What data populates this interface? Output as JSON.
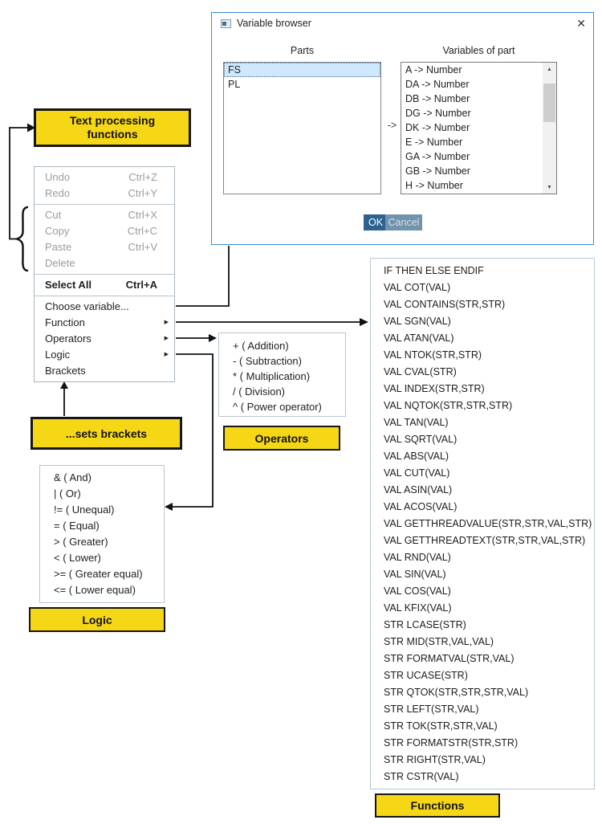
{
  "icons": {
    "submenu": "▶",
    "close": "✕",
    "scroll_up": "▲",
    "scroll_down": "▼"
  },
  "dialog": {
    "title": "Variable browser",
    "parts_label": "Parts",
    "variables_label": "Variables of part",
    "parts": [
      {
        "label": "FS",
        "selected": true
      },
      {
        "label": "PL"
      }
    ],
    "map_arrow": "->",
    "variables": [
      "A -> Number",
      "DA -> Number",
      "DB -> Number",
      "DG -> Number",
      "DK -> Number",
      "E -> Number",
      "GA -> Number",
      "GB -> Number",
      "H -> Number"
    ],
    "ok_label": "OK",
    "cancel_label": "Cancel"
  },
  "context_menu": {
    "items": [
      {
        "label": "Undo",
        "shortcut": "Ctrl+Z",
        "disabled": true
      },
      {
        "label": "Redo",
        "shortcut": "Ctrl+Y",
        "disabled": true,
        "sep_after": true
      },
      {
        "label": "Cut",
        "shortcut": "Ctrl+X",
        "disabled": true
      },
      {
        "label": "Copy",
        "shortcut": "Ctrl+C",
        "disabled": true
      },
      {
        "label": "Paste",
        "shortcut": "Ctrl+V",
        "disabled": true
      },
      {
        "label": "Delete",
        "shortcut": "",
        "disabled": true,
        "sep_after": true
      },
      {
        "label": "Select All",
        "shortcut": "Ctrl+A",
        "bold": true,
        "sep_after": true
      },
      {
        "label": "Choose variable...",
        "shortcut": ""
      },
      {
        "label": "Function",
        "shortcut": "",
        "submenu": true
      },
      {
        "label": "Operators",
        "shortcut": "",
        "submenu": true
      },
      {
        "label": "Logic",
        "shortcut": "",
        "submenu": true
      },
      {
        "label": "Brackets",
        "shortcut": ""
      }
    ]
  },
  "operators_menu": {
    "items": [
      "+ ( Addition)",
      "- ( Subtraction)",
      "* ( Multiplication)",
      "/ ( Division)",
      "^ ( Power operator)"
    ]
  },
  "logic_menu": {
    "items": [
      "& ( And)",
      "| ( Or)",
      "!= ( Unequal)",
      "= ( Equal)",
      "> ( Greater)",
      "< ( Lower)",
      ">= ( Greater equal)",
      "<= ( Lower equal)"
    ]
  },
  "functions_panel": {
    "items": [
      "IF THEN ELSE ENDIF",
      "VAL COT(VAL)",
      "VAL CONTAINS(STR,STR)",
      "VAL SGN(VAL)",
      "VAL ATAN(VAL)",
      "VAL NTOK(STR,STR)",
      "VAL CVAL(STR)",
      "VAL INDEX(STR,STR)",
      "VAL NQTOK(STR,STR,STR)",
      "VAL TAN(VAL)",
      "VAL SQRT(VAL)",
      "VAL ABS(VAL)",
      "VAL CUT(VAL)",
      "VAL ASIN(VAL)",
      "VAL ACOS(VAL)",
      "VAL GETTHREADVALUE(STR,STR,VAL,STR)",
      "VAL GETTHREADTEXT(STR,STR,VAL,STR)",
      "VAL RND(VAL)",
      "VAL SIN(VAL)",
      "VAL COS(VAL)",
      "VAL KFIX(VAL)",
      "STR LCASE(STR)",
      "STR MID(STR,VAL,VAL)",
      "STR FORMATVAL(STR,VAL)",
      "STR UCASE(STR)",
      "STR QTOK(STR,STR,STR,VAL)",
      "STR LEFT(STR,VAL)",
      "STR TOK(STR,STR,VAL)",
      "STR FORMATSTR(STR,STR)",
      "STR RIGHT(STR,VAL)",
      "STR CSTR(VAL)"
    ]
  },
  "labels": {
    "text_processing": "Text processing functions",
    "sets_brackets": "...sets brackets",
    "operators": "Operators",
    "logic": "Logic",
    "functions": "Functions"
  },
  "colors": {
    "annotation_yellow": "#F6D715",
    "dialog_border_blue": "#3A8BD0",
    "ok_button_blue": "#2D618F",
    "cancel_button_blue": "#7094AC",
    "selection_blue": "#CDE8FF",
    "disabled_gray": "#9B9B9B"
  }
}
